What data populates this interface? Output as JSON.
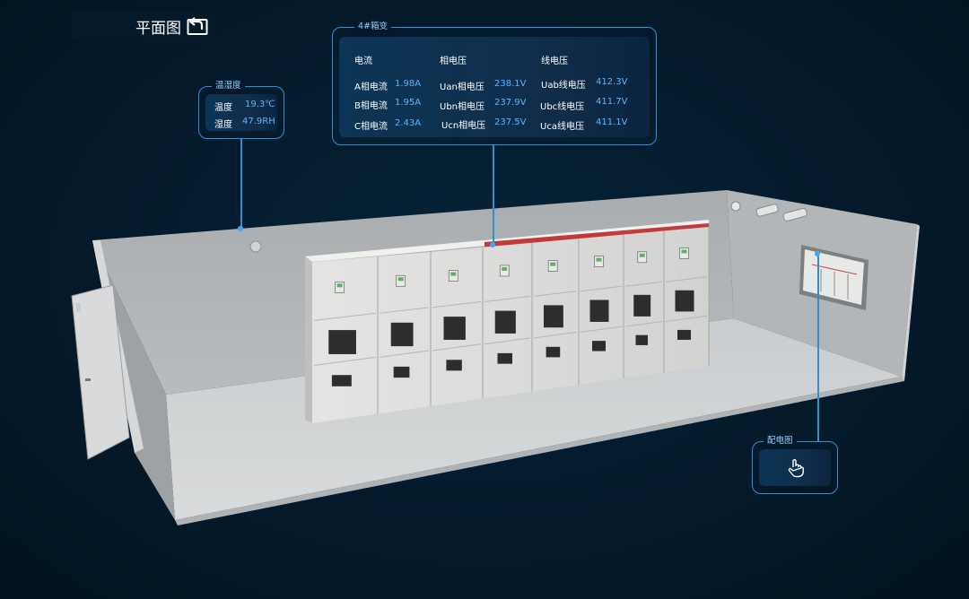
{
  "plan_view": {
    "label": "平面图",
    "icon": "return-icon"
  },
  "climate_panel": {
    "title": "温湿度",
    "rows": [
      {
        "label": "温度",
        "value": "19.3℃"
      },
      {
        "label": "湿度",
        "value": "47.9RH"
      }
    ]
  },
  "box_panel": {
    "title": "4#箱变",
    "headers": [
      "电流",
      "相电压",
      "线电压"
    ],
    "rows": [
      {
        "c_label": "A相电流",
        "c_value": "1.98A",
        "p_label": "Uan相电压",
        "p_value": "238.1V",
        "l_label": "Uab线电压",
        "l_value": "412.3V"
      },
      {
        "c_label": "B相电流",
        "c_value": "1.95A",
        "p_label": "Ubn相电压",
        "p_value": "237.9V",
        "l_label": "Ubc线电压",
        "l_value": "411.7V"
      },
      {
        "c_label": "C相电流",
        "c_value": "2.43A",
        "p_label": "Ucn相电压",
        "p_value": "237.5V",
        "l_label": "Uca线电压",
        "l_value": "411.1V"
      }
    ]
  },
  "diagram_panel": {
    "title": "配电图",
    "icon": "hand-pointer-icon"
  },
  "colors": {
    "accent": "#2e8fd6",
    "value": "#59b6ff",
    "background": "#03192a"
  }
}
